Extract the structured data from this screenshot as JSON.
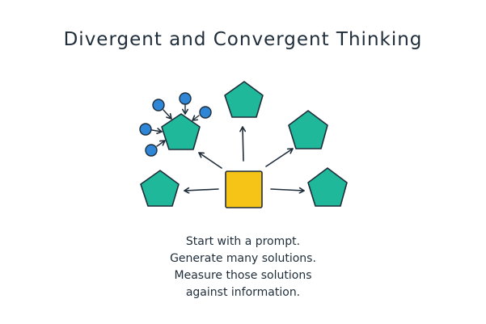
{
  "title": "Divergent and Convergent  Thinking",
  "caption": [
    "Start with a prompt.",
    "Generate many solutions.",
    "Measure those solutions",
    "against information."
  ],
  "colors": {
    "solution": "#20b89a",
    "prompt": "#f6c417",
    "info": "#2f86d6",
    "ink": "#1f2d3a"
  }
}
